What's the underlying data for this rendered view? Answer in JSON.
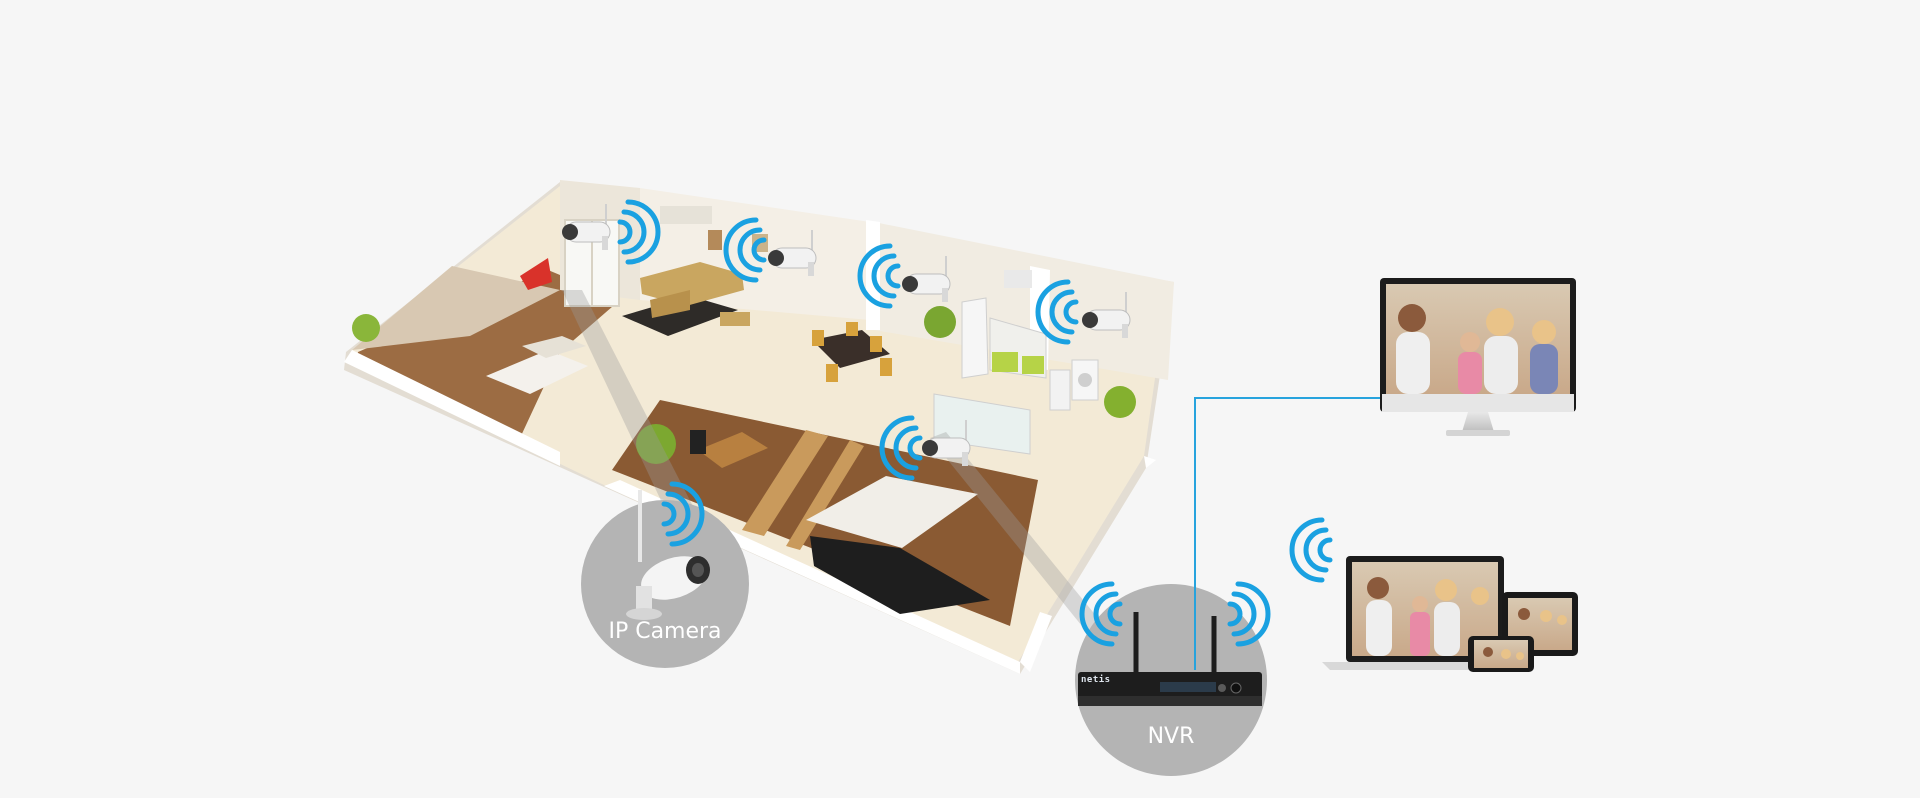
{
  "labels": {
    "ip_camera": "IP Camera",
    "nvr": "NVR",
    "nvr_brand": "netis"
  },
  "colors": {
    "background": "#f6f6f6",
    "wifi_accent": "#1aa1e1",
    "link_line": "#27a3dd",
    "node_circle": "#b4b4b4",
    "wall": "#f3ede3",
    "floor_light": "#f4ecd8",
    "floor_wood": "#a47a4a",
    "device_dark": "#1d1d1d"
  },
  "icons": {
    "camera": "cctv-camera-icon",
    "wifi": "wifi-signal-icon",
    "nvr": "nvr-recorder-icon",
    "monitor": "monitor-icon",
    "laptop": "laptop-icon",
    "tablet": "tablet-icon",
    "phone": "smartphone-icon"
  }
}
